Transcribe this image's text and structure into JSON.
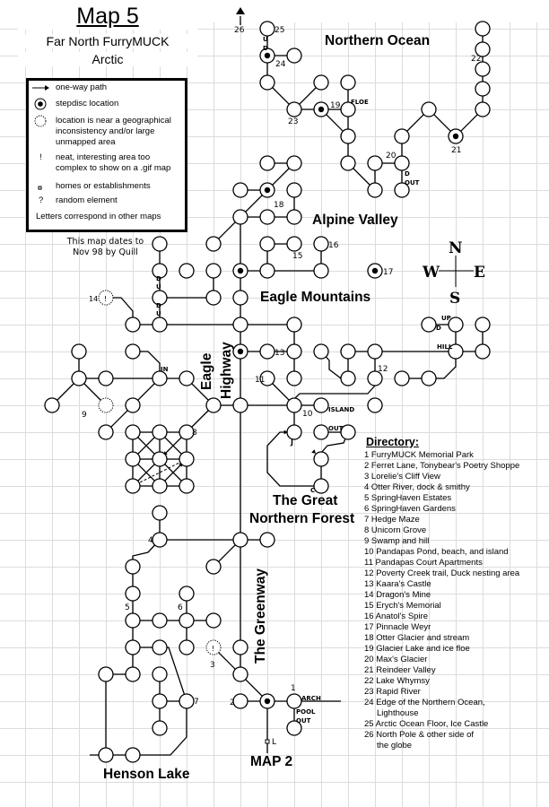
{
  "header": {
    "title": "Map 5",
    "subtitle": "Far North FurryMUCK",
    "subtitle2": "Arctic"
  },
  "legend": {
    "items": [
      {
        "icon": "arrow-icon",
        "text": "one-way path"
      },
      {
        "icon": "stepdisc-icon",
        "text": "stepdisc location"
      },
      {
        "icon": "dotted-circle-icon",
        "text": "location is near a geographical inconsistency and/or large unmapped area"
      },
      {
        "icon": "exclamation-icon",
        "symbol": "!",
        "text": "neat, interesting area too complex to show on a .gif map"
      },
      {
        "icon": "small-square-icon",
        "text": "homes or establishments"
      },
      {
        "icon": "question-icon",
        "symbol": "?",
        "text": "random element"
      }
    ],
    "note": "Letters correspond in other maps"
  },
  "dates": {
    "line1": "This map dates to",
    "line2": "Nov 98 by Quill"
  },
  "regions": {
    "northern_ocean": "Northern Ocean",
    "alpine_valley": "Alpine Valley",
    "eagle_mountains": "Eagle Mountains",
    "eagle": "Eagle",
    "highway": "Highway",
    "great": "The Great",
    "northern_forest": "Northern Forest",
    "greenway": "The Greenway",
    "henson_lake": "Henson Lake",
    "map2": "MAP 2"
  },
  "compass": {
    "n": "N",
    "s": "S",
    "e": "E",
    "w": "W"
  },
  "map_labels": [
    "26",
    "25",
    "24",
    "23",
    "19",
    "FLOE",
    "20",
    "21",
    "22",
    "D",
    "OUT",
    "18",
    "15",
    "16",
    "17",
    "14",
    "13",
    "12",
    "11",
    "10",
    "ISLAND",
    "J",
    "OUT",
    "C",
    "8",
    "9",
    "IN",
    "UP",
    "D",
    "HILL",
    "4",
    "5",
    "6",
    "3",
    "7",
    "2",
    "1",
    "ARCH",
    "POOL",
    "OUT",
    "L",
    "U",
    "D",
    "D",
    "U",
    "D",
    "U",
    "!",
    "!"
  ],
  "directory": {
    "title": "Directory:",
    "entries": [
      "1 FurryMUCK Memorial Park",
      "2 Ferret Lane, Tonybear's Poetry Shoppe",
      "3 Lorelie's Cliff View",
      "4 Otter River, dock & smithy",
      "5 SpringHaven Estates",
      "6 SpringHaven Gardens",
      "7 Hedge Maze",
      "8 Unicorn Grove",
      "9 Swamp and hill",
      "10 Pandapas Pond, beach, and island",
      "11 Pandapas Court Apartments",
      "12 Poverty Creek trail, Duck nesting area",
      "13 Kaara's Castle",
      "14 Dragon's Mine",
      "15 Erych's Memorial",
      "16 Anatol's Spire",
      "17 Pinnacle Weyr",
      "18 Otter Glacier and stream",
      "19 Glacier Lake and ice floe",
      "20 Max's Glacier",
      "21 Reindeer Valley",
      "22 Lake Whymsy",
      "23 Rapid River",
      "24 Edge of the Northern Ocean,",
      "Lighthouse",
      "25 Arctic Ocean Floor, Ice Castle",
      "26 North Pole & other side of",
      "the globe"
    ]
  }
}
